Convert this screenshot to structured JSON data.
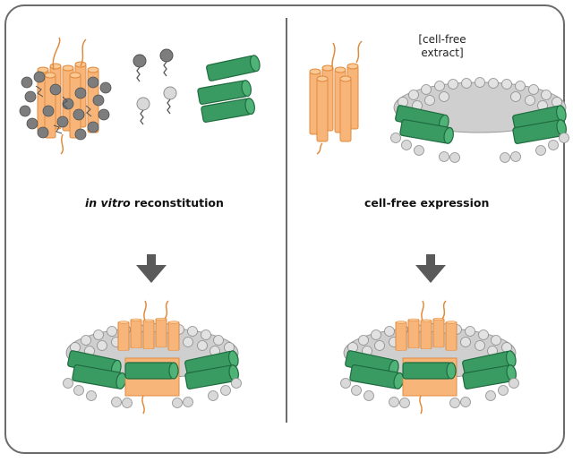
{
  "left_panel": {
    "label_italic": "in vitro",
    "label_rest": " reconstitution"
  },
  "right_panel": {
    "label": "cell-free expression",
    "extract_line1": "[cell-free",
    "extract_line2": "extract]"
  },
  "colors": {
    "protein_fill": "#f8b57a",
    "protein_stroke": "#e08a3c",
    "scaffold_fill": "#3a9b62",
    "scaffold_stroke": "#1f6b3f",
    "lipid_light": "#d9d9d9",
    "lipid_dark": "#7d7d7d",
    "arrow": "#5a5a5a",
    "border": "#6b6b6b"
  }
}
